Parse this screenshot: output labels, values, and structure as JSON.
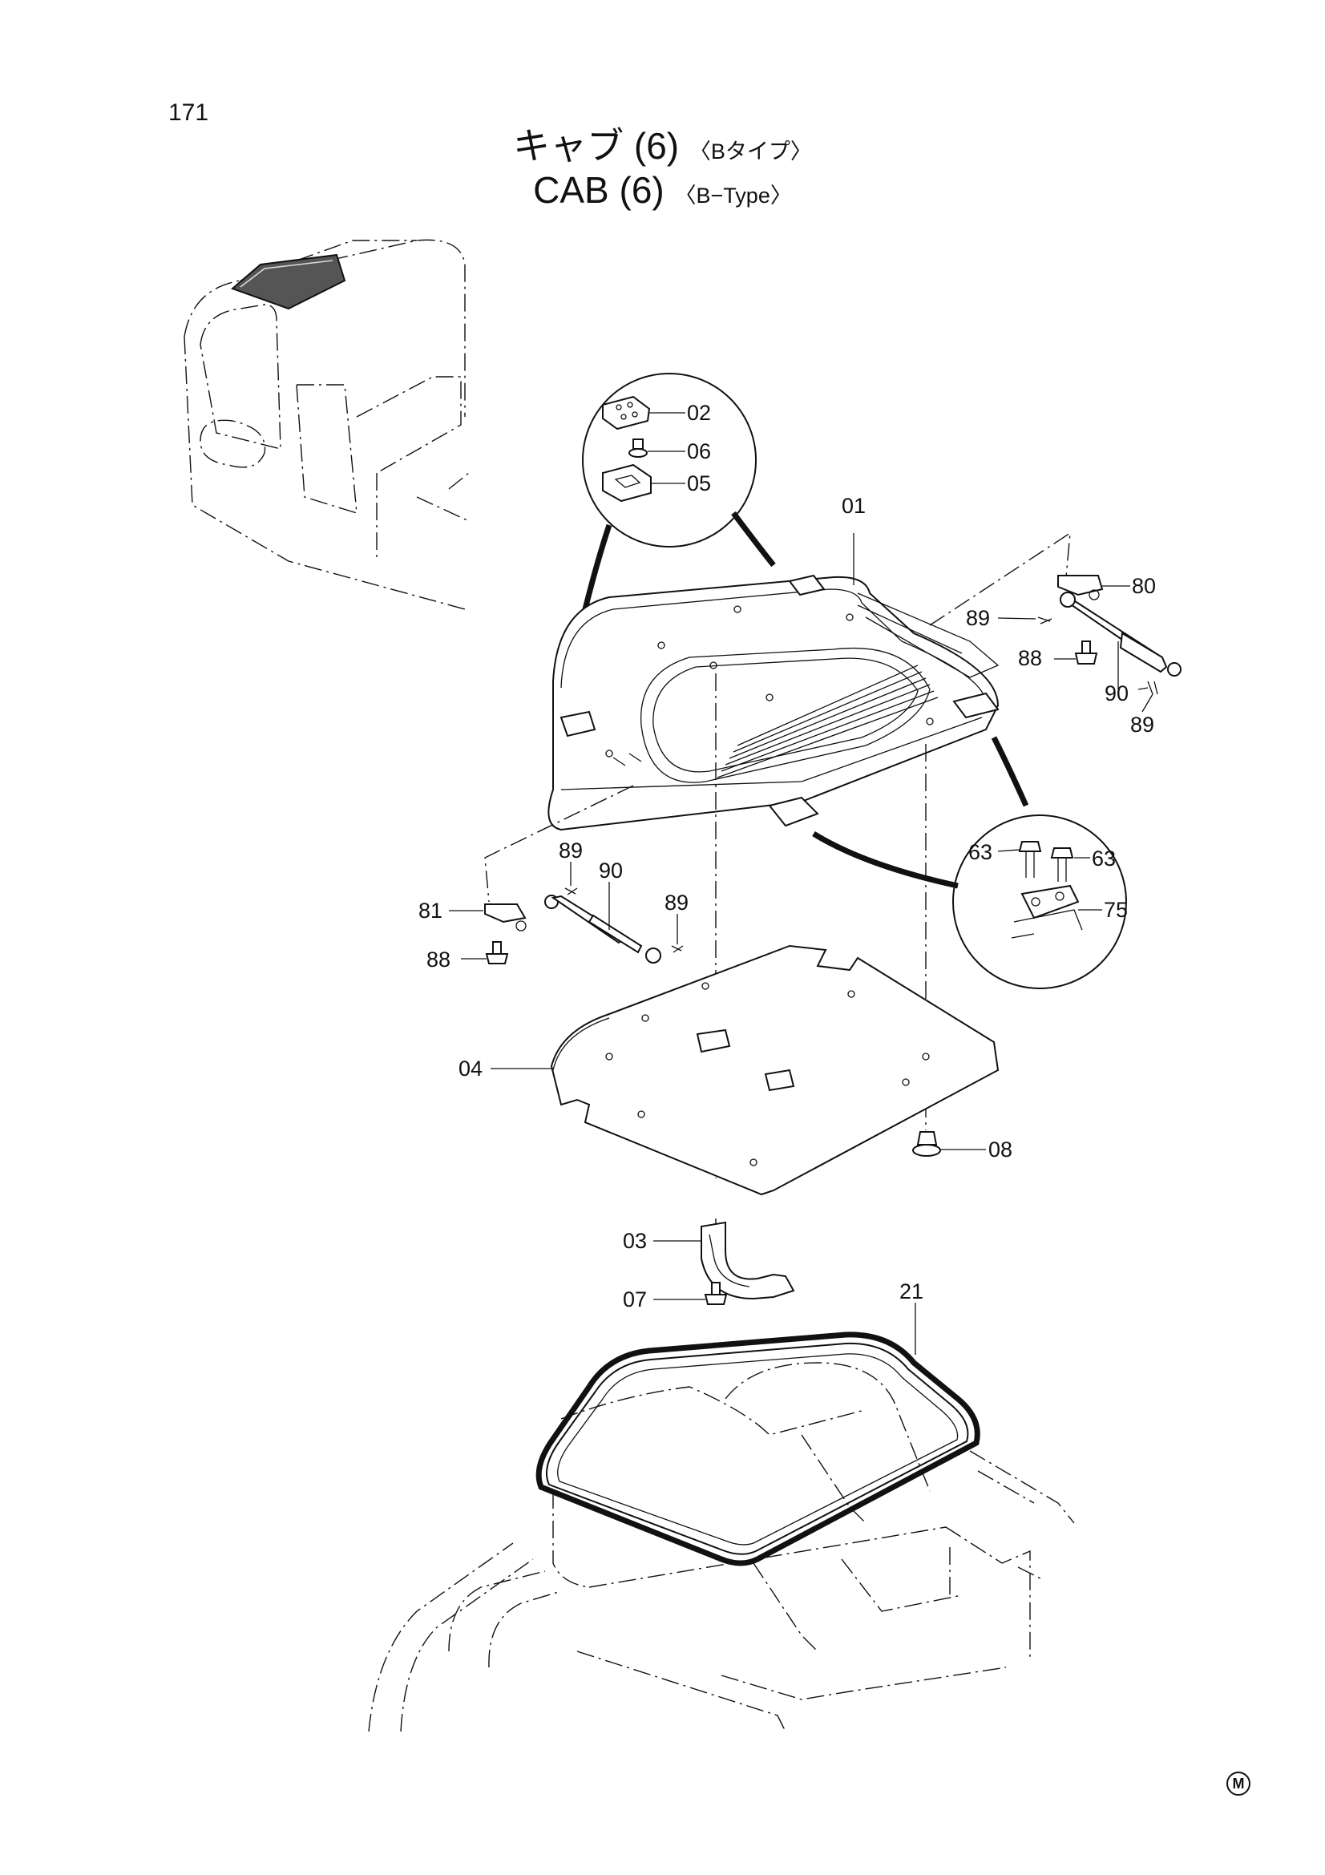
{
  "page": {
    "number": "171"
  },
  "title": {
    "japanese": "キャブ (6)",
    "japanese_sub": "〈Bタイプ〉",
    "english": "CAB (6)",
    "english_sub": "〈B−Type〉"
  },
  "callouts": {
    "p01": "01",
    "p02": "02",
    "p03": "03",
    "p04": "04",
    "p05": "05",
    "p06": "06",
    "p07": "07",
    "p08": "08",
    "p21": "21",
    "p63a": "63",
    "p63b": "63",
    "p75": "75",
    "p80": "80",
    "p81": "81",
    "p88a": "88",
    "p88b": "88",
    "p89a": "89",
    "p89b": "89",
    "p89c": "89",
    "p89d": "89",
    "p90a": "90",
    "p90b": "90"
  },
  "badge": "M"
}
